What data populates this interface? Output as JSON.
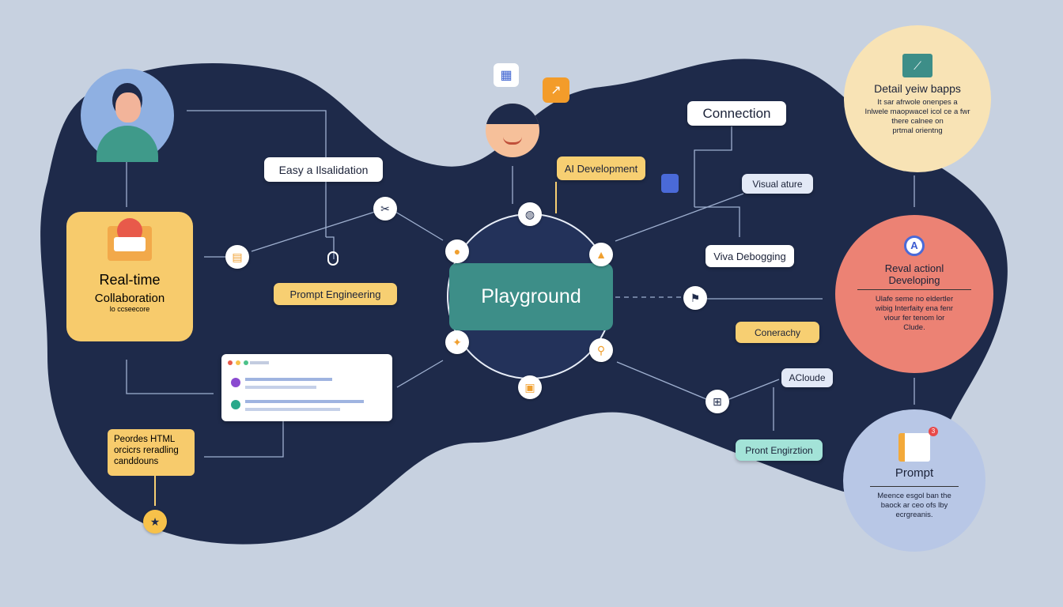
{
  "center": {
    "label": "Playground"
  },
  "left_card": {
    "title_line1": "Real-time",
    "title_line2": "Collaboration",
    "subtitle": "lo ccseecore"
  },
  "note": {
    "text_line1": "Peordes HTML",
    "text_line2": "orcicrs reradling",
    "text_line3": "canddouns"
  },
  "labels": {
    "easy": "Easy a Ilsalidation",
    "prompt_engineering": "Prompt Engineering",
    "ai_development": "AI Development",
    "connection": "Connection",
    "visual": "Visual ature",
    "viva": "Viva Debogging",
    "conerachy": "Conerachy",
    "acloude": "ACloude",
    "pront": "Pront Engirztion"
  },
  "right_circles": [
    {
      "title": "Detail yeiw bapps",
      "lines": [
        "It sar afrwole onenpes a",
        "Inlwele maopwacel icol ce a fwr",
        "there calnee on",
        "prtmal orientng"
      ],
      "color": "#f8e3b5"
    },
    {
      "title_line1": "Reval actionl",
      "title_line2": "Developing",
      "lines": [
        "Ulafe seme no eldertler",
        "wibig Interfaity ena fenr",
        "viour fer tenom lor",
        "Clude."
      ],
      "color": "#ec8274"
    },
    {
      "title": "Prompt",
      "lines": [
        "Meence esgol ban the",
        "baock ar ceo ofs lby",
        "ecrgreanis."
      ],
      "badge": "3",
      "color": "#b8c7e6"
    }
  ],
  "colors": {
    "background": "#c7d1e0",
    "blob": "#1e2a4a",
    "accent_yellow": "#f7cf72",
    "teal": "#3d8e88"
  }
}
